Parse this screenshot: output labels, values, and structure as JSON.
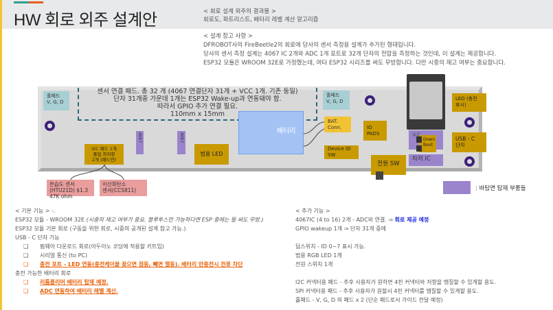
{
  "header": {
    "title": "HW 회로 외주 설계안",
    "result_heading": "< 회로 설계 외주의 결과물 >",
    "result_text": "회로도, 파트리스트, 배터리 레벨 계산 알고리즘"
  },
  "notes": {
    "heading": "< 설계 참고 사항 >",
    "lines": [
      "DFROBOT사의 FireBeetle2의 회로에 당사의 센서 측정용 설계가 추가된 형태입니다.",
      "당사의 센서 측정 설계는 4067 IC 2개와 ADC 1개 포트로 32개 단자의 전압을 측정하는 것인데, 이 설계는 제공합니다.",
      "ESP32 모듈은 WROOM 32E로 가정했는데, 여타 ESP32 시리즈를 써도 무방합니다. 다만 시중의 재고 여부는 중요합니다."
    ]
  },
  "board": {
    "sensor_pad_lines": [
      "센서 연결 패드. 총 32 개 (4067 연결단자 31개 + VCC 1개. 기존 동일)",
      "단자 31개중 가운데 1개는 ESP32 Wake-up과 연동돼야 함.",
      "따라서 GPIO 추가 연결 필요.",
      "110mm x 15mm"
    ],
    "hole_pad_left": [
      "홀패드",
      "V, G, D"
    ],
    "hole_pad_right": [
      "홀패드",
      "V, G, D"
    ],
    "ic_a": "4067",
    "ic_b": "4067",
    "i2c_pad": [
      "I2C 패드 1개",
      "풀업 최저항",
      "2개 (패드만)"
    ],
    "led": "범용 LED",
    "battery": "배터리",
    "bat_conn": [
      "BAT.",
      "Conn."
    ],
    "io_pads": [
      "IO",
      "PADS"
    ],
    "device_id_sw": [
      "Device ID",
      "SW"
    ],
    "power_sw": "전원 SW",
    "boot_area": "부트",
    "down_boot": [
      "Down",
      "Boot"
    ],
    "charger_ic": "차저 IC",
    "led_charge": [
      "LED (충전",
      "표시)"
    ],
    "usb_c": [
      "USB - C",
      "단자"
    ],
    "sensor_temp": [
      "온습도 센서",
      "(HTU21D) $1.3",
      "47K ohm"
    ],
    "sensor_co2": [
      "이산화탄소",
      "센서(CCS811)"
    ],
    "legend": ": 바탐면 탑재 부품들"
  },
  "basic": {
    "heading": "< 기본 기능 > -.",
    "esp_line": "ESP32 모듈 - WROOM 32E ",
    "esp_note": "(시중의 재고 여부가 중요. 블루투스만 가능하다면 ESP 중에는 뭘 써도 무방.)",
    "base_circuit": "ESP32 모듈 기본 회로 (구동을 위한 회로, 시중의 공개된 설계 참고 가능.)",
    "usb": "USB - C 단자 기능",
    "usb_items": [
      "펌웨어 다운로드 회로(아두이노 코딩에 적용할 키트임)",
      "시리얼 통신 (to PC)",
      "충전 포트 - LED 연동(충전케이블 꽂으면 점등, 빼면 멸등). 배터리 만충전시 전류 차단"
    ],
    "battery": "충전 가능한 배터리 회로",
    "battery_items": [
      "리튬폴리머 배터리 탑재 예정.",
      "ADC 연동하여 배터리 레벨 계산."
    ],
    "bullet": "❑"
  },
  "extra": {
    "heading": "< 추가 기능 >",
    "l1": "4067IC (4 to 16) 2개 - ADC와 연결. ⇒ ",
    "l1_highlight": "회로 제공 예정",
    "l2": "GPIO wakeup 1개 ⇒ 단자 31개 중에",
    "l3": "딥스위치 - ID 0~7 표시 가능.",
    "l4": "범용 RGB LED 1개",
    "l5": "전원 스위치 1개",
    "l6": "I2C 커넥터용 패드 - 추후 사용자가 원하면 4핀 커넥터와 저항을 땜질할 수 있게할 용도.",
    "l7": "SPI 커넥터용 패드 - 추후 사용자가 원할시 4핀 커넥터를 땜질할 수 있게할 용도.",
    "l8": "홀패드 - V, G, D 의 패드 x 2 (단순 패드로서 가이드 전달 예정)"
  }
}
